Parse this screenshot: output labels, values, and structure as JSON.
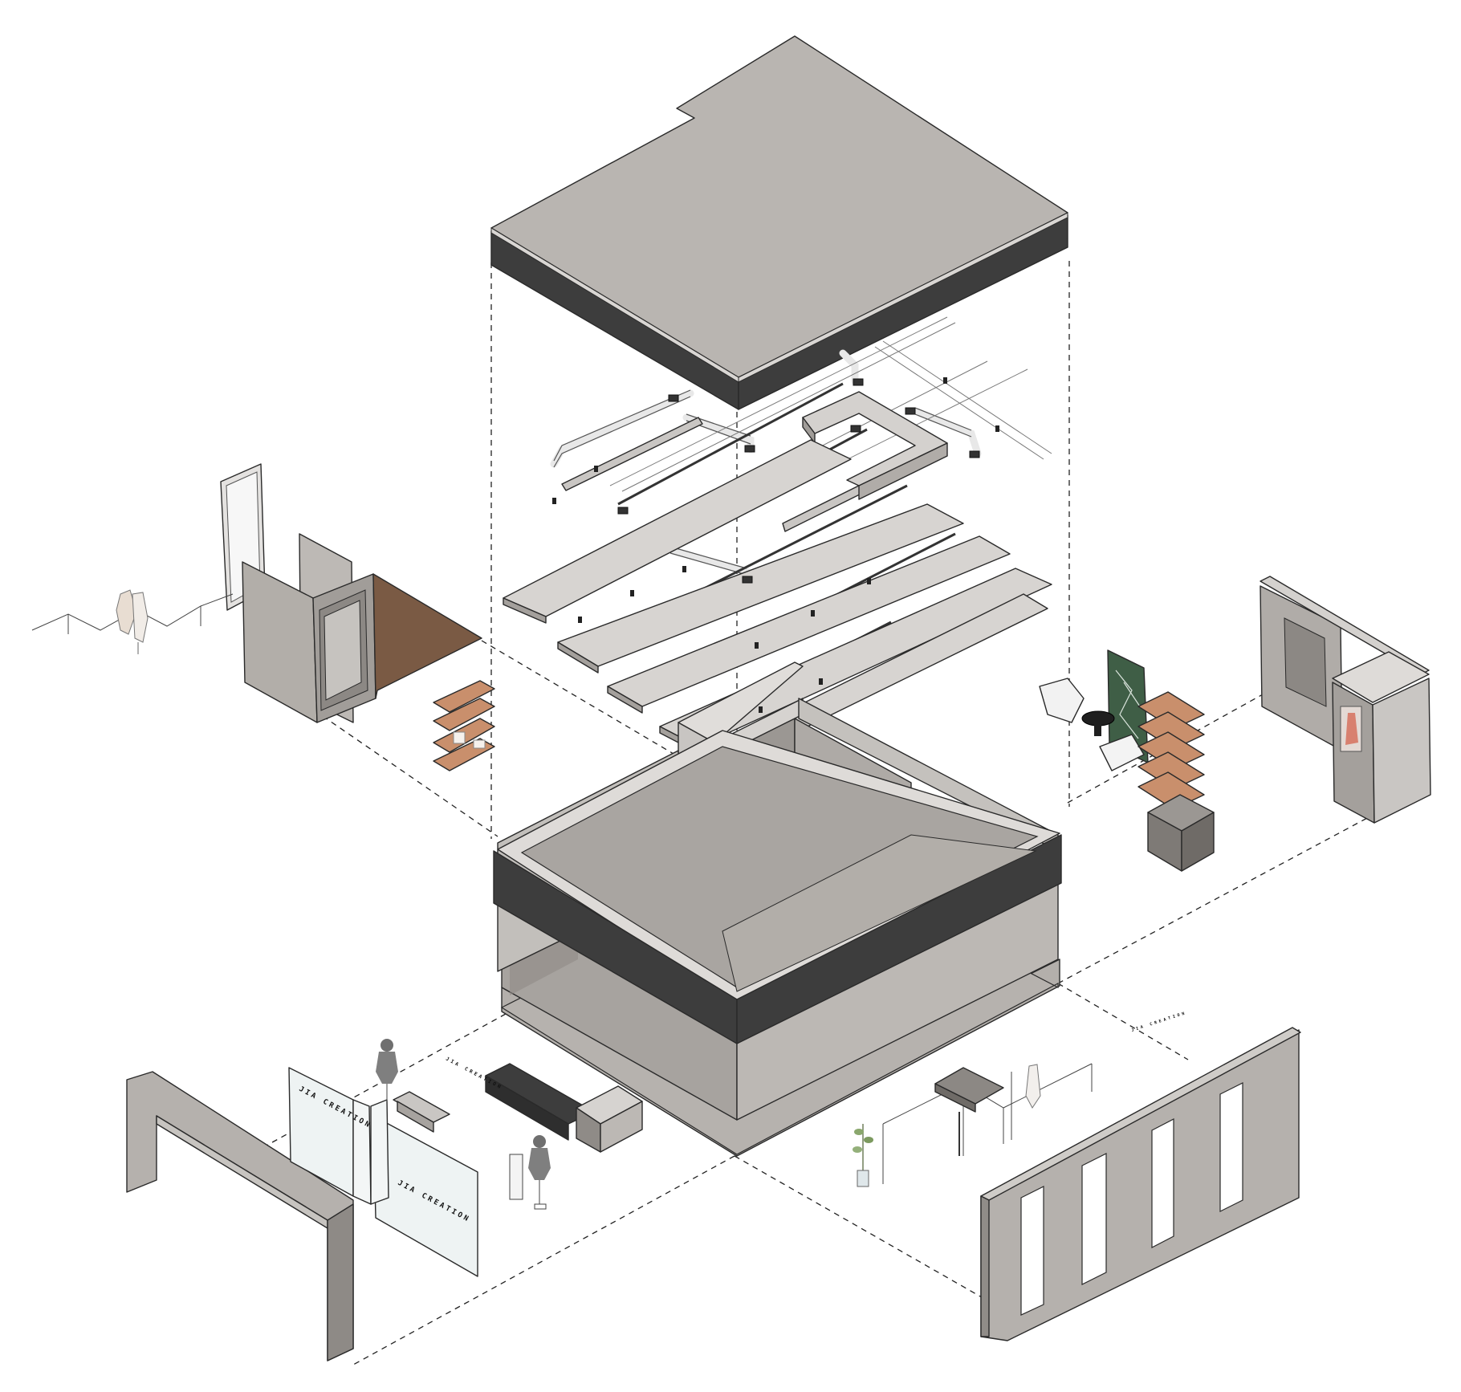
{
  "brand": {
    "door_glass_left_text": "JIA CREATION",
    "door_glass_right_text": "JIA CREATION",
    "counter_sign_text": "JIA CREATION",
    "wall_sign_text": "JIA CREATION"
  },
  "colors": {
    "slab_top": "#b9b5b1",
    "slab_band": "#3d3d3d",
    "wall_light": "#d6d3d0",
    "wall_mid": "#b4b0ac",
    "wall_dark": "#8f8b87",
    "floor": "#b3afab",
    "wood_floor": "#7a5a44",
    "shelf_wood": "#c98f6c",
    "glass": "#eef3f3",
    "marble_green": "#3f5e46",
    "fixture_white": "#f2f2f2",
    "line": "#2a2a2a"
  },
  "icons": {
    "mannequin": "mannequin-icon",
    "plant": "plant-icon",
    "clothes_rack": "clothes-rack-icon",
    "light_fixture": "track-light-icon"
  }
}
